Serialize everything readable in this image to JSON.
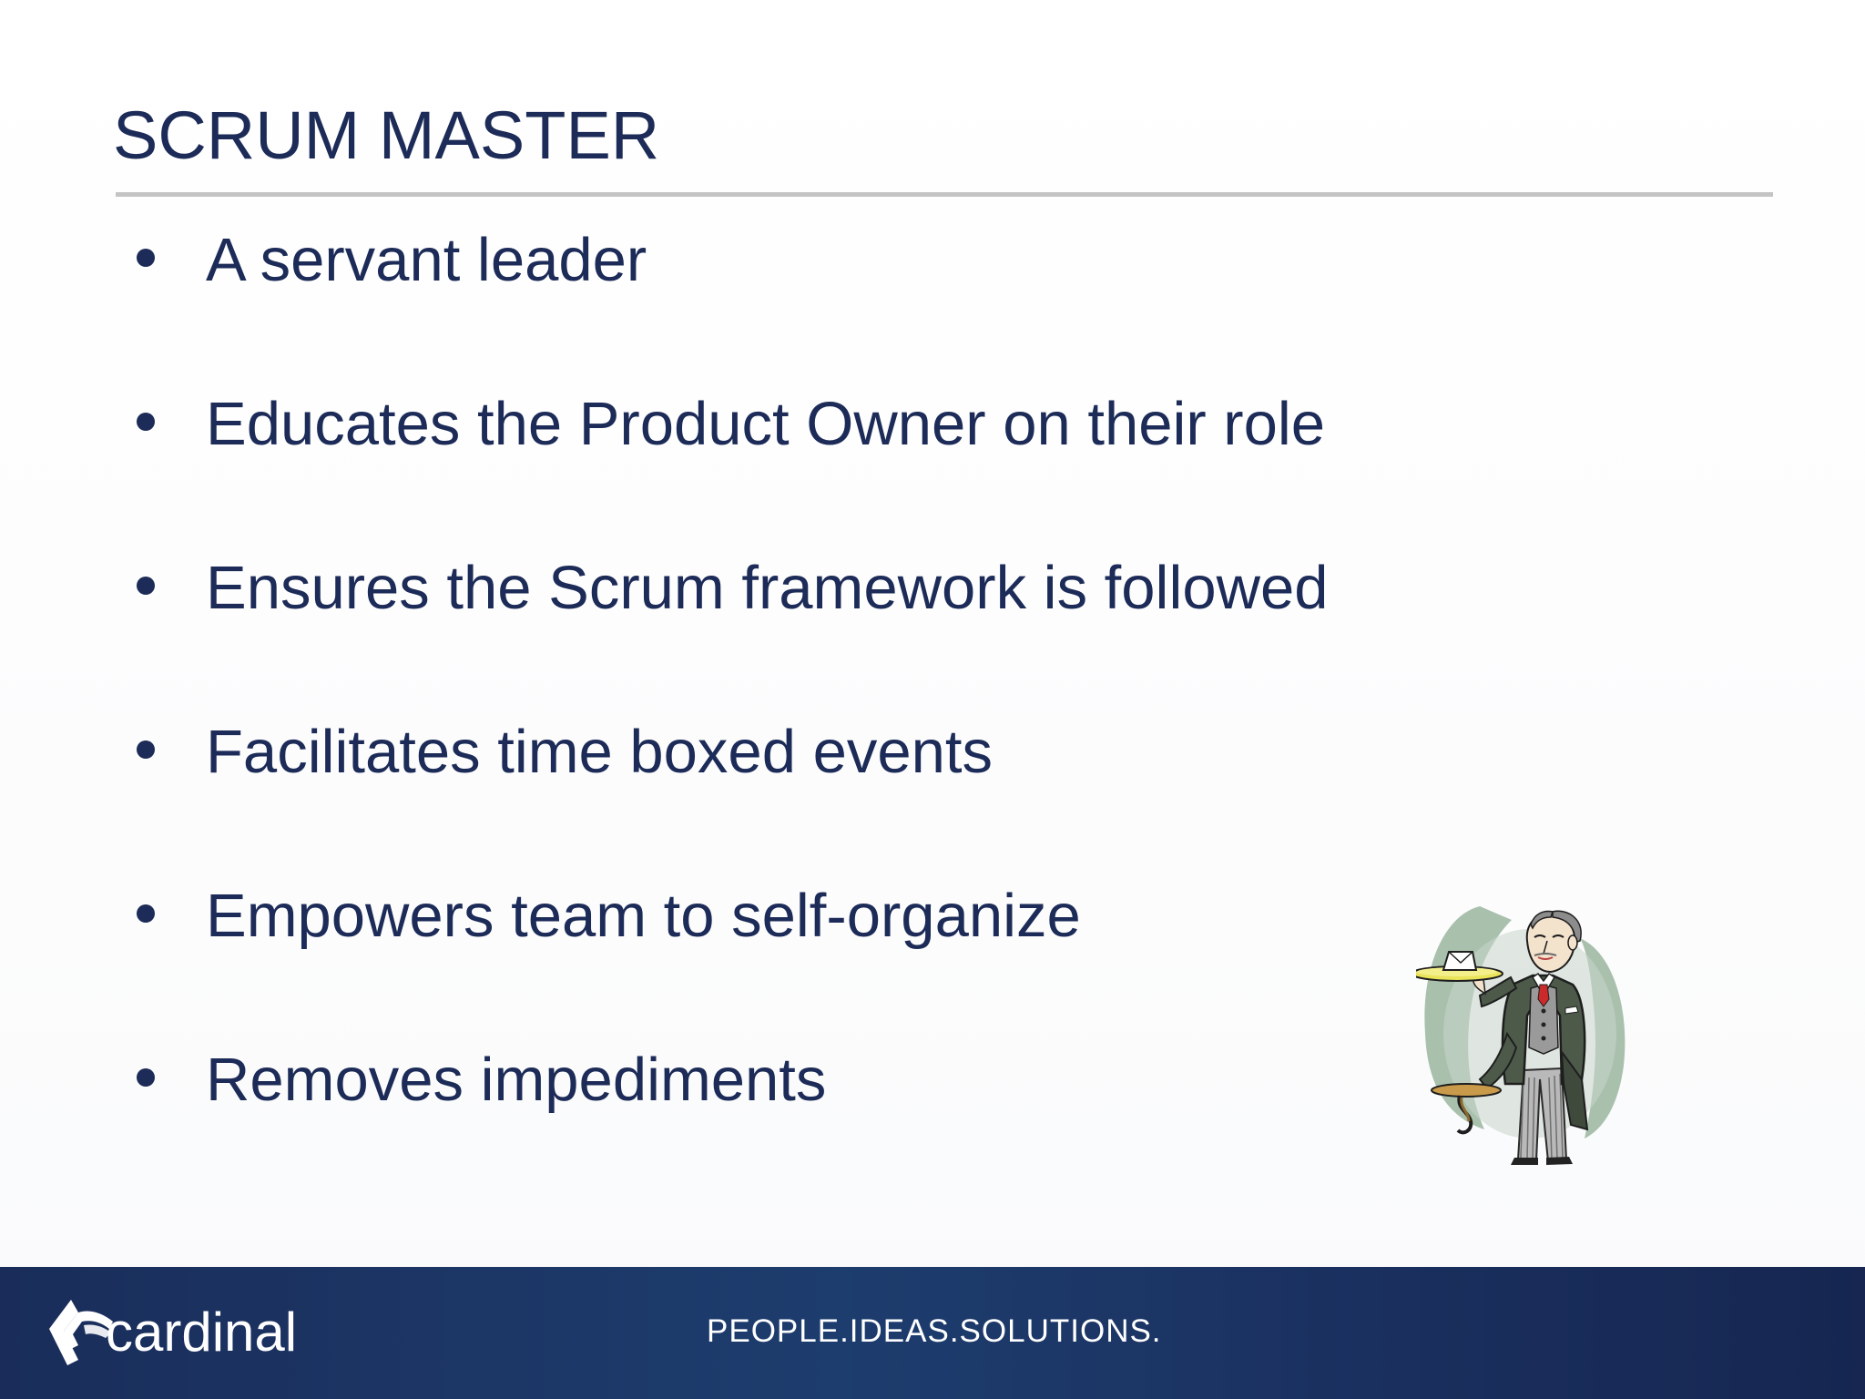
{
  "slide": {
    "title": "SCRUM MASTER",
    "bullets": [
      "A servant leader",
      "Educates the Product Owner on their role",
      "Ensures the Scrum framework is followed",
      "Facilitates time boxed events",
      "Empowers team to self-organize",
      "Removes impediments"
    ],
    "illustration": "butler-clipart"
  },
  "footer": {
    "logo_text": "cardinal",
    "logo_icon": "cardinal-logo-icon",
    "tagline": "PEOPLE.IDEAS.SOLUTIONS.",
    "colors": {
      "footer_bg": "#1a2d5a",
      "text_navy": "#1c2b57",
      "rule_gray": "#c4c4c4"
    }
  }
}
